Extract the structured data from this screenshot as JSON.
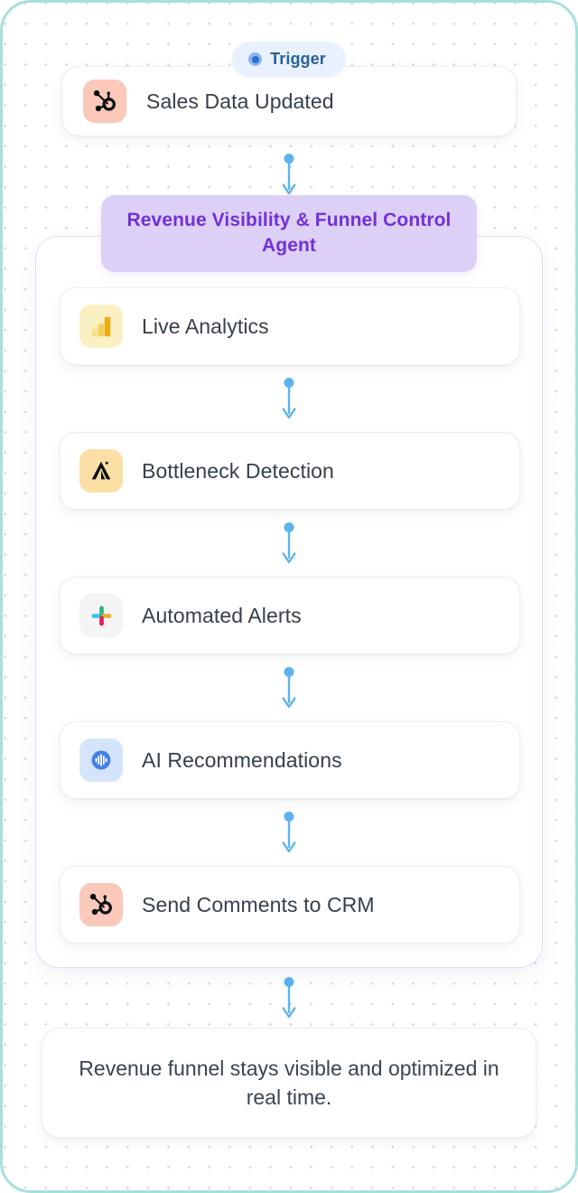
{
  "canvas": {
    "border_color": "#a8e0da",
    "background": "#ffffff",
    "dot_color": "#d8d8dd"
  },
  "trigger": {
    "label": "Trigger",
    "dot_color": "#2a6ddb",
    "pill_bg": "#e8f1fd"
  },
  "trigger_node": {
    "label": "Sales Data Updated",
    "icon": "hubspot-icon",
    "icon_bg": "#fbc9bb"
  },
  "agent": {
    "title": "Revenue Visibility & Funnel Control Agent",
    "header_bg": "#ddd0f7",
    "title_color": "#7131d8",
    "steps": [
      {
        "label": "Live Analytics",
        "icon": "bar-chart-icon",
        "icon_bg": "#fbf0c4"
      },
      {
        "label": "Bottleneck Detection",
        "icon": "peak-alert-icon",
        "icon_bg": "#fbdfa4"
      },
      {
        "label": "Automated Alerts",
        "icon": "slack-icon",
        "icon_bg": "#f4f4f5"
      },
      {
        "label": "AI Recommendations",
        "icon": "waveform-ai-icon",
        "icon_bg": "#d5e4fa"
      },
      {
        "label": "Send Comments to CRM",
        "icon": "hubspot-icon",
        "icon_bg": "#fbc9bb"
      }
    ]
  },
  "outcome": {
    "text": "Revenue funnel stays visible and optimized in real time."
  },
  "connectors": {
    "color": "#5cb3ef",
    "count": 7
  }
}
